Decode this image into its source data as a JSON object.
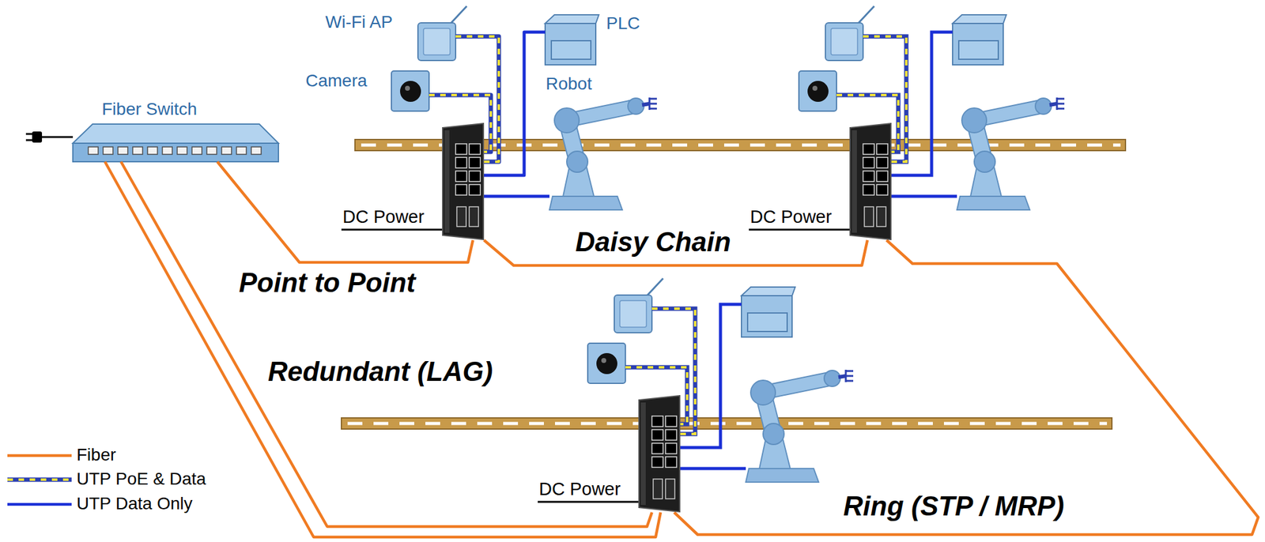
{
  "diagram": {
    "nodes": [
      {
        "text": [
          "Fiber Switch"
        ]
      },
      {
        "text": [
          "Wi-Fi AP"
        ]
      },
      {
        "text": [
          "PLC"
        ]
      },
      {
        "text": [
          "Camera"
        ]
      },
      {
        "text": [
          "Robot"
        ]
      },
      {
        "text": [
          "DC Power"
        ]
      },
      {
        "text": [
          "DC Power"
        ]
      },
      {
        "text": [
          "DC Power"
        ]
      }
    ],
    "edges": [
      {
        "from": 0,
        "to": 5,
        "arrow": "none",
        "label": "Point to Point"
      },
      {
        "from": 5,
        "to": 6,
        "arrow": "none",
        "label": "Daisy Chain"
      },
      {
        "from": 6,
        "to": 7,
        "arrow": "none",
        "label": "Ring (STP / MRP)"
      },
      {
        "from": 0,
        "to": 7,
        "arrow": "none",
        "label": "Redundant (LAG)"
      },
      {
        "from": 0,
        "to": 7,
        "arrow": "none"
      },
      {
        "from": 1,
        "to": 5,
        "arrow": "none"
      },
      {
        "from": 2,
        "to": 5,
        "arrow": "none"
      },
      {
        "from": 3,
        "to": 5,
        "arrow": "none"
      },
      {
        "from": 5,
        "to": 4,
        "arrow": "none"
      }
    ],
    "legend": [
      {
        "text": "Fiber",
        "color": "#f07b22"
      },
      {
        "text": "UTP PoE & Data"
      },
      {
        "text": "UTP Data Only",
        "color": "#1a2fd6"
      }
    ]
  }
}
